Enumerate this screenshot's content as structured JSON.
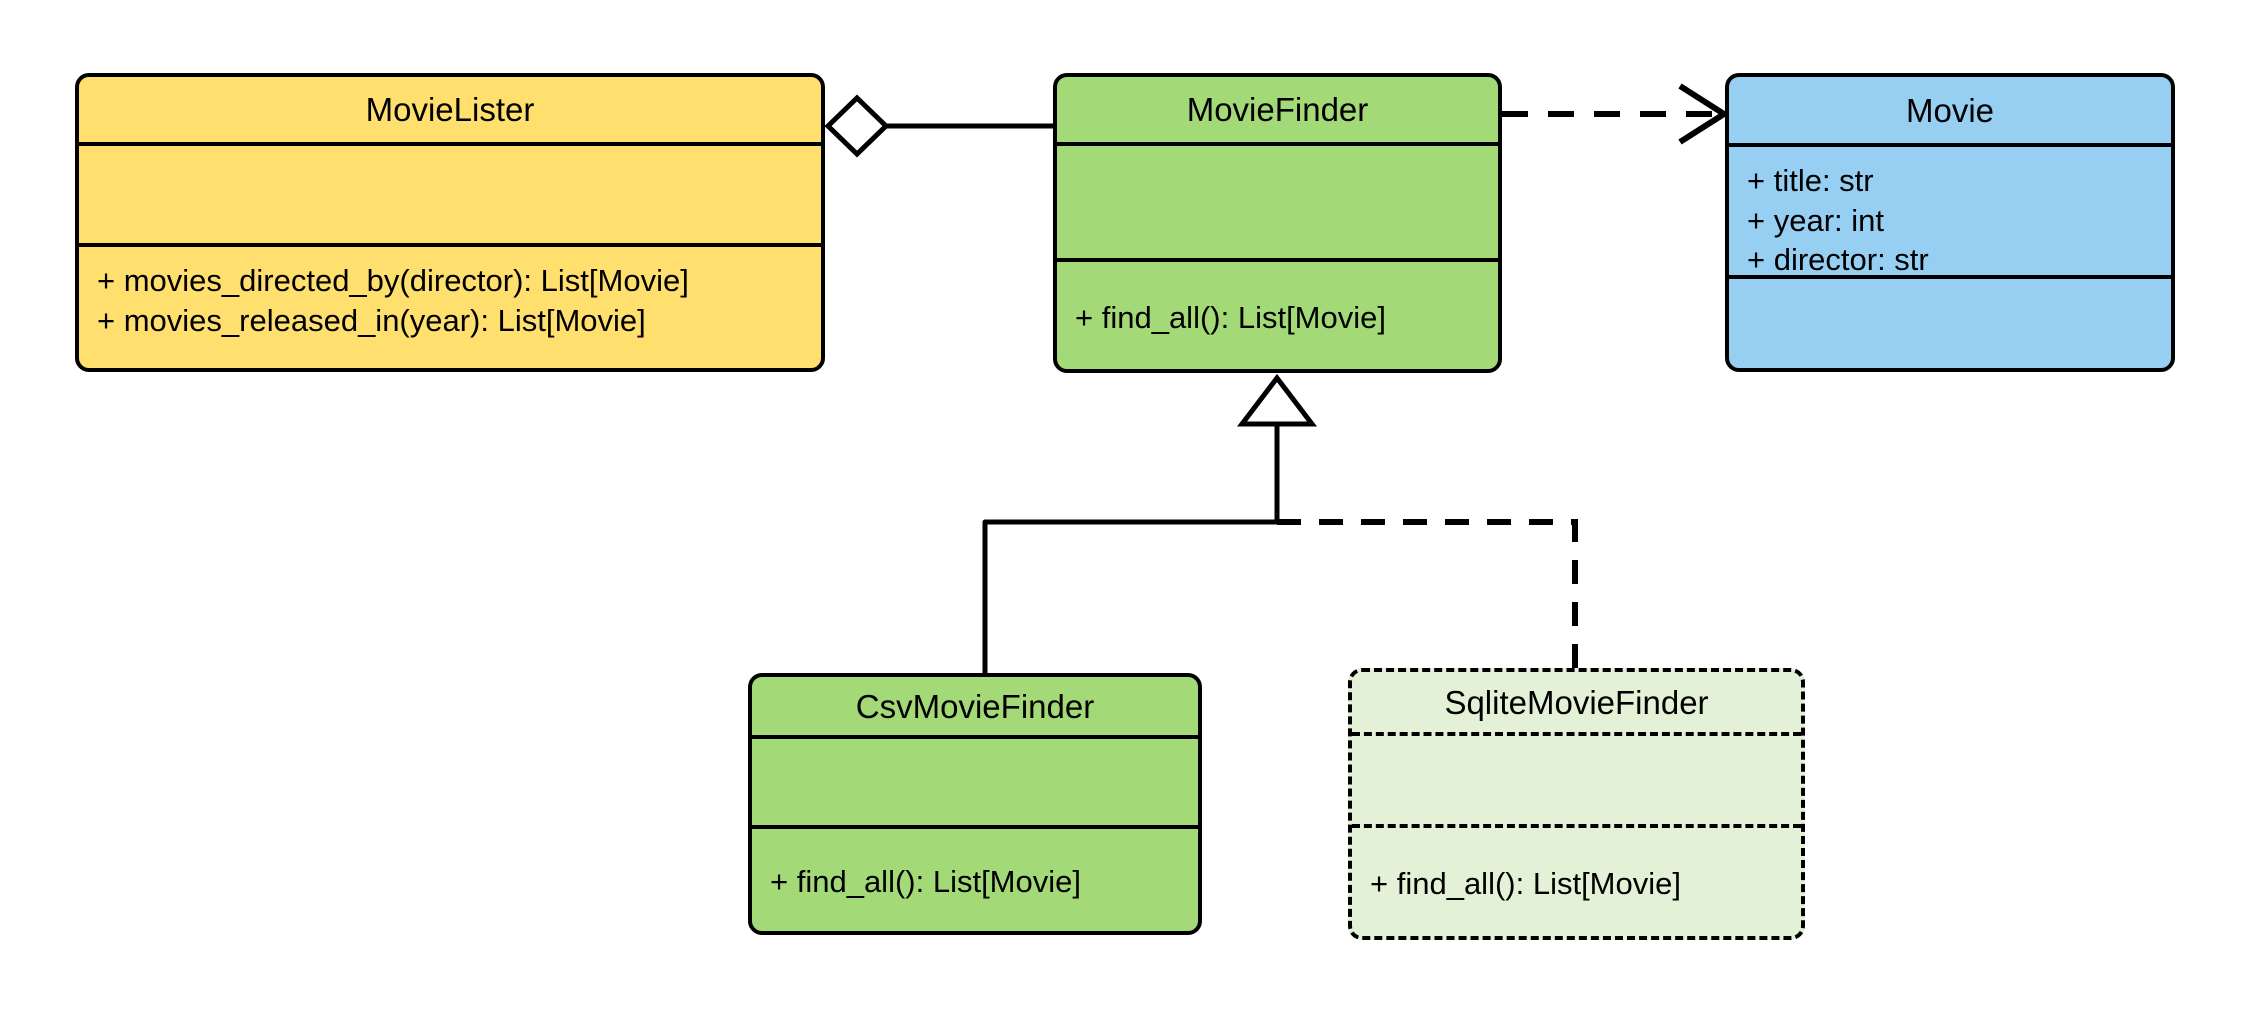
{
  "diagram": {
    "type": "uml-class-diagram",
    "title": "MovieLister dependency injection class diagram",
    "background": "#ffffff",
    "colors": {
      "lister_fill": "#FFDF6E",
      "finder_fill": "#A3D977",
      "movie_fill": "#96CFF2",
      "planned_fill": "#E3F1D6",
      "stroke": "#000000"
    }
  },
  "classes": [
    {
      "id": "movie-lister",
      "name": "MovieLister",
      "fill": "#FFDF6E",
      "style": "solid",
      "attributes": [],
      "operations": [
        "+ movies_directed_by(director): List[Movie]",
        "+ movies_released_in(year): List[Movie]"
      ]
    },
    {
      "id": "movie-finder",
      "name": "MovieFinder",
      "fill": "#A3D977",
      "style": "solid",
      "attributes": [],
      "operations": [
        "+ find_all(): List[Movie]"
      ]
    },
    {
      "id": "movie",
      "name": "Movie",
      "fill": "#96CFF2",
      "style": "solid",
      "attributes": [
        "+ title: str",
        "+ year: int",
        "+ director: str"
      ],
      "operations": []
    },
    {
      "id": "csv-movie-finder",
      "name": "CsvMovieFinder",
      "fill": "#A3D977",
      "style": "solid",
      "attributes": [],
      "operations": [
        "+ find_all(): List[Movie]"
      ]
    },
    {
      "id": "sqlite-movie-finder",
      "name": "SqliteMovieFinder",
      "fill": "#E3F1D6",
      "style": "dashed",
      "attributes": [],
      "operations": [
        "+ find_all(): List[Movie]"
      ]
    }
  ],
  "relationships": [
    {
      "id": "lister-aggregates-finder",
      "kind": "aggregation",
      "source": "MovieLister",
      "target": "MovieFinder",
      "line": "solid",
      "marker": "hollow-diamond"
    },
    {
      "id": "finder-depends-on-movie",
      "kind": "dependency",
      "source": "MovieFinder",
      "target": "Movie",
      "line": "dashed",
      "marker": "open-arrow"
    },
    {
      "id": "csv-inherits-finder",
      "kind": "generalization",
      "source": "CsvMovieFinder",
      "target": "MovieFinder",
      "line": "solid",
      "marker": "hollow-triangle"
    },
    {
      "id": "sqlite-inherits-finder",
      "kind": "generalization",
      "source": "SqliteMovieFinder",
      "target": "MovieFinder",
      "line": "dashed",
      "marker": "hollow-triangle"
    }
  ]
}
